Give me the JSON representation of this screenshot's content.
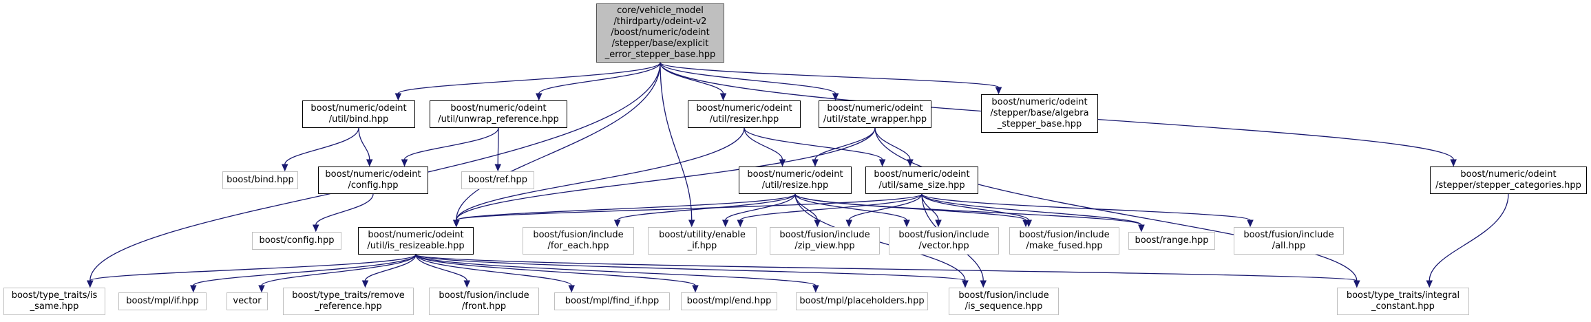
{
  "colors": {
    "edge": "#191970",
    "root_fill": "#bfbfbf",
    "external_border": "#bfbfbf",
    "internal_border": "#000000"
  },
  "nodes": [
    {
      "id": "root",
      "kind": "root",
      "lines": [
        "core/vehicle_model",
        "/thirdparty/odeint-v2",
        "/boost/numeric/odeint",
        "/stepper/base/explicit",
        "_error_stepper_base.hpp"
      ]
    },
    {
      "id": "bind_util",
      "kind": "internal",
      "lines": [
        "boost/numeric/odeint",
        "/util/bind.hpp"
      ]
    },
    {
      "id": "unwrap",
      "kind": "internal",
      "lines": [
        "boost/numeric/odeint",
        "/util/unwrap_reference.hpp"
      ]
    },
    {
      "id": "resizer",
      "kind": "internal",
      "lines": [
        "boost/numeric/odeint",
        "/util/resizer.hpp"
      ]
    },
    {
      "id": "state_wrapper",
      "kind": "internal",
      "lines": [
        "boost/numeric/odeint",
        "/util/state_wrapper.hpp"
      ]
    },
    {
      "id": "algebra_base",
      "kind": "internal",
      "lines": [
        "boost/numeric/odeint",
        "/stepper/base/algebra",
        "_stepper_base.hpp"
      ]
    },
    {
      "id": "boost_bind",
      "kind": "external",
      "lines": [
        "boost/bind.hpp"
      ]
    },
    {
      "id": "config",
      "kind": "internal",
      "lines": [
        "boost/numeric/odeint",
        "/config.hpp"
      ]
    },
    {
      "id": "ref",
      "kind": "external",
      "lines": [
        "boost/ref.hpp"
      ]
    },
    {
      "id": "resize",
      "kind": "internal",
      "lines": [
        "boost/numeric/odeint",
        "/util/resize.hpp"
      ]
    },
    {
      "id": "same_size",
      "kind": "internal",
      "lines": [
        "boost/numeric/odeint",
        "/util/same_size.hpp"
      ]
    },
    {
      "id": "stepper_categories",
      "kind": "internal",
      "lines": [
        "boost/numeric/odeint",
        "/stepper/stepper_categories.hpp"
      ]
    },
    {
      "id": "boost_config",
      "kind": "external",
      "lines": [
        "boost/config.hpp"
      ]
    },
    {
      "id": "is_resizeable",
      "kind": "internal",
      "lines": [
        "boost/numeric/odeint",
        "/util/is_resizeable.hpp"
      ]
    },
    {
      "id": "for_each",
      "kind": "external",
      "lines": [
        "boost/fusion/include",
        "/for_each.hpp"
      ]
    },
    {
      "id": "enable_if",
      "kind": "external",
      "lines": [
        "boost/utility/enable",
        "_if.hpp"
      ]
    },
    {
      "id": "zip_view",
      "kind": "external",
      "lines": [
        "boost/fusion/include",
        "/zip_view.hpp"
      ]
    },
    {
      "id": "fusion_vector",
      "kind": "external",
      "lines": [
        "boost/fusion/include",
        "/vector.hpp"
      ]
    },
    {
      "id": "make_fused",
      "kind": "external",
      "lines": [
        "boost/fusion/include",
        "/make_fused.hpp"
      ]
    },
    {
      "id": "range",
      "kind": "external",
      "lines": [
        "boost/range.hpp"
      ]
    },
    {
      "id": "fusion_all",
      "kind": "external",
      "lines": [
        "boost/fusion/include",
        "/all.hpp"
      ]
    },
    {
      "id": "is_same",
      "kind": "external",
      "lines": [
        "boost/type_traits/is",
        "_same.hpp"
      ]
    },
    {
      "id": "mpl_if",
      "kind": "external",
      "lines": [
        "boost/mpl/if.hpp"
      ]
    },
    {
      "id": "vector",
      "kind": "external",
      "lines": [
        "vector"
      ]
    },
    {
      "id": "remove_reference",
      "kind": "external",
      "lines": [
        "boost/type_traits/remove",
        "_reference.hpp"
      ]
    },
    {
      "id": "fusion_front",
      "kind": "external",
      "lines": [
        "boost/fusion/include",
        "/front.hpp"
      ]
    },
    {
      "id": "find_if",
      "kind": "external",
      "lines": [
        "boost/mpl/find_if.hpp"
      ]
    },
    {
      "id": "mpl_end",
      "kind": "external",
      "lines": [
        "boost/mpl/end.hpp"
      ]
    },
    {
      "id": "placeholders",
      "kind": "external",
      "lines": [
        "boost/mpl/placeholders.hpp"
      ]
    },
    {
      "id": "is_sequence",
      "kind": "external",
      "lines": [
        "boost/fusion/include",
        "/is_sequence.hpp"
      ]
    },
    {
      "id": "integral_constant",
      "kind": "external",
      "lines": [
        "boost/type_traits/integral",
        "_constant.hpp"
      ]
    }
  ],
  "edges": [
    [
      "root",
      "is_same"
    ],
    [
      "root",
      "bind_util"
    ],
    [
      "root",
      "unwrap"
    ],
    [
      "root",
      "is_resizeable"
    ],
    [
      "root",
      "enable_if"
    ],
    [
      "root",
      "resizer"
    ],
    [
      "root",
      "state_wrapper"
    ],
    [
      "root",
      "algebra_base"
    ],
    [
      "root",
      "stepper_categories"
    ],
    [
      "bind_util",
      "boost_bind"
    ],
    [
      "bind_util",
      "config"
    ],
    [
      "unwrap",
      "config"
    ],
    [
      "unwrap",
      "ref"
    ],
    [
      "config",
      "boost_config"
    ],
    [
      "resizer",
      "is_resizeable"
    ],
    [
      "resizer",
      "resize"
    ],
    [
      "resizer",
      "same_size"
    ],
    [
      "state_wrapper",
      "is_resizeable"
    ],
    [
      "state_wrapper",
      "resize"
    ],
    [
      "state_wrapper",
      "same_size"
    ],
    [
      "state_wrapper",
      "integral_constant"
    ],
    [
      "resize",
      "is_resizeable"
    ],
    [
      "resize",
      "for_each"
    ],
    [
      "resize",
      "enable_if"
    ],
    [
      "resize",
      "zip_view"
    ],
    [
      "resize",
      "fusion_vector"
    ],
    [
      "resize",
      "make_fused"
    ],
    [
      "resize",
      "range"
    ],
    [
      "resize",
      "is_sequence"
    ],
    [
      "same_size",
      "is_resizeable"
    ],
    [
      "same_size",
      "enable_if"
    ],
    [
      "same_size",
      "zip_view"
    ],
    [
      "same_size",
      "fusion_vector"
    ],
    [
      "same_size",
      "make_fused"
    ],
    [
      "same_size",
      "range"
    ],
    [
      "same_size",
      "fusion_all"
    ],
    [
      "same_size",
      "is_sequence"
    ],
    [
      "stepper_categories",
      "integral_constant"
    ],
    [
      "is_resizeable",
      "is_same"
    ],
    [
      "is_resizeable",
      "mpl_if"
    ],
    [
      "is_resizeable",
      "vector"
    ],
    [
      "is_resizeable",
      "remove_reference"
    ],
    [
      "is_resizeable",
      "fusion_front"
    ],
    [
      "is_resizeable",
      "find_if"
    ],
    [
      "is_resizeable",
      "mpl_end"
    ],
    [
      "is_resizeable",
      "placeholders"
    ],
    [
      "is_resizeable",
      "is_sequence"
    ],
    [
      "is_resizeable",
      "integral_constant"
    ]
  ]
}
